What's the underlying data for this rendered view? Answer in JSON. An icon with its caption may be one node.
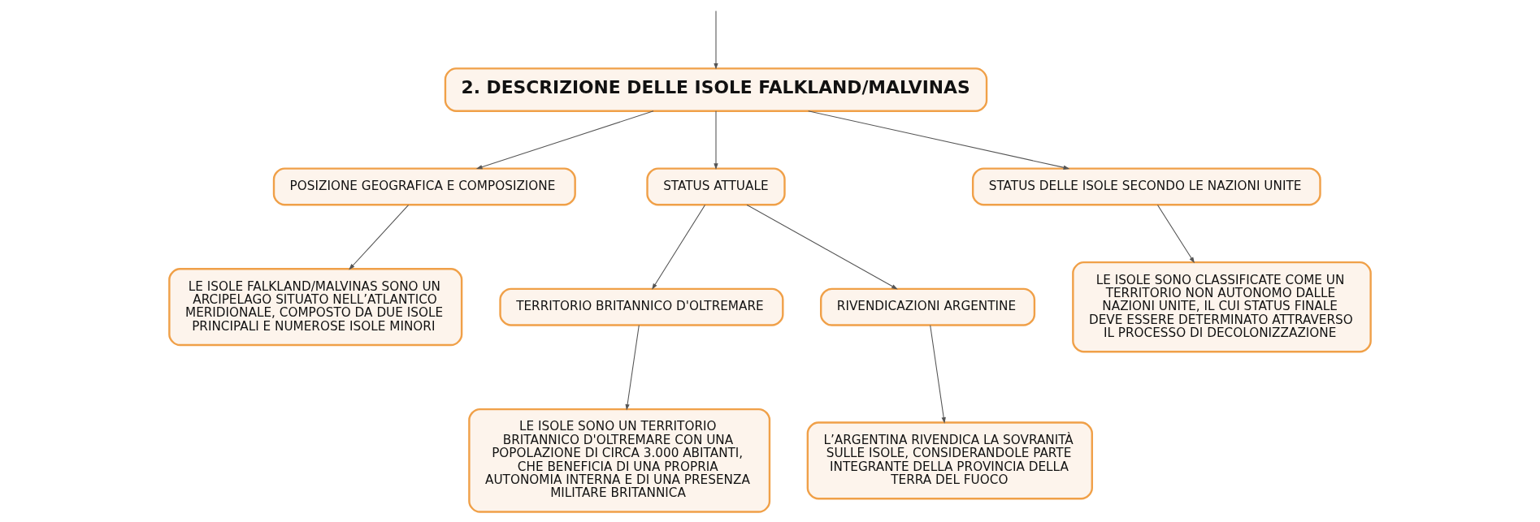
{
  "diagram": {
    "nodes": [
      {
        "text": [
          "2. DESCRIZIONE DELLE ISOLE FALKLAND/MALVINAS"
        ]
      },
      {
        "text": [
          "POSIZIONE GEOGRAFICA E COMPOSIZIONE"
        ]
      },
      {
        "text": [
          "STATUS ATTUALE"
        ]
      },
      {
        "text": [
          "STATUS DELLE ISOLE SECONDO LE NAZIONI UNITE"
        ]
      },
      {
        "text": [
          "LE ISOLE FALKLAND/MALVINAS SONO UN ARCIPELAGO SITUATO NELL’ATLANTICO MERIDIONALE, COMPOSTO DA DUE ISOLE PRINCIPALI E NUMEROSE ISOLE MINORI"
        ]
      },
      {
        "text": [
          "TERRITORIO BRITANNICO D'OLTREMARE"
        ]
      },
      {
        "text": [
          "RIVENDICAZIONI ARGENTINE"
        ]
      },
      {
        "text": [
          "LE ISOLE SONO CLASSIFICATE COME UN TERRITORIO NON AUTONOMO DALLE NAZIONI UNITE, IL CUI STATUS FINALE DEVE ESSERE DETERMINATO ATTRAVERSO IL PROCESSO DI DECOLONIZZAZIONE"
        ]
      },
      {
        "text": [
          "LE ISOLE SONO UN TERRITORIO BRITANNICO D'OLTREMARE CON UNA POPOLAZIONE DI CIRCA 3.000 ABITANTI, CHE BENEFICIA DI UNA PROPRIA AUTONOMIA INTERNA E DI UNA PRESENZA MILITARE BRITANNICA"
        ]
      },
      {
        "text": [
          "L’ARGENTINA RIVENDICA LA SOVRANITÀ SULLE ISOLE, CONSIDERANDOLE PARTE INTEGRANTE DELLA PROVINCIA DELLA TERRA DEL FUOCO"
        ]
      }
    ],
    "edges": [
      {
        "from": null,
        "to": 0,
        "arrow": "to"
      },
      {
        "from": 0,
        "to": 1,
        "arrow": "to"
      },
      {
        "from": 0,
        "to": 2,
        "arrow": "to"
      },
      {
        "from": 0,
        "to": 3,
        "arrow": "to"
      },
      {
        "from": 1,
        "to": 4,
        "arrow": "to"
      },
      {
        "from": 2,
        "to": 5,
        "arrow": "to"
      },
      {
        "from": 2,
        "to": 6,
        "arrow": "to"
      },
      {
        "from": 3,
        "to": 7,
        "arrow": "to"
      },
      {
        "from": 5,
        "to": 8,
        "arrow": "to"
      },
      {
        "from": 6,
        "to": 9,
        "arrow": "to"
      }
    ]
  }
}
